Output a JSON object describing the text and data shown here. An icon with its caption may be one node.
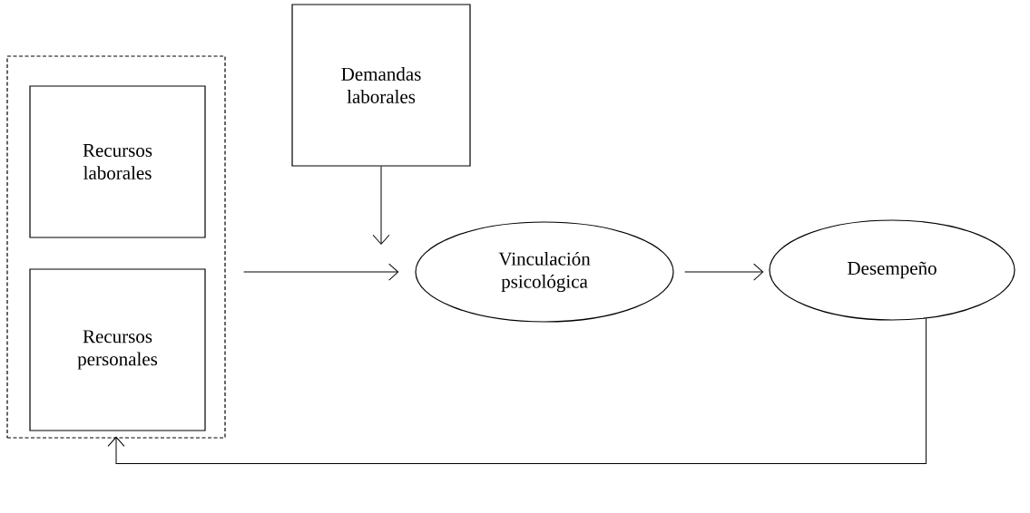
{
  "diagram": {
    "nodes": [
      {
        "text": [],
        "shape": "box"
      },
      {
        "text": [
          "Recursos laborales"
        ],
        "in": 0
      },
      {
        "text": [
          "Recursos personales"
        ],
        "in": 0
      },
      {
        "text": [
          "Demandas laborales"
        ]
      },
      {
        "text": [
          "Vinculación psicológica"
        ]
      },
      {
        "text": [
          "Desempeño"
        ]
      }
    ],
    "edges": [
      {
        "from": 0,
        "to": 4,
        "arrow": "to"
      },
      {
        "from": 3,
        "to": 4,
        "arrow": "to"
      },
      {
        "from": 4,
        "to": 5,
        "arrow": "to"
      },
      {
        "from": 5,
        "to": 0,
        "arrow": "to"
      }
    ]
  }
}
